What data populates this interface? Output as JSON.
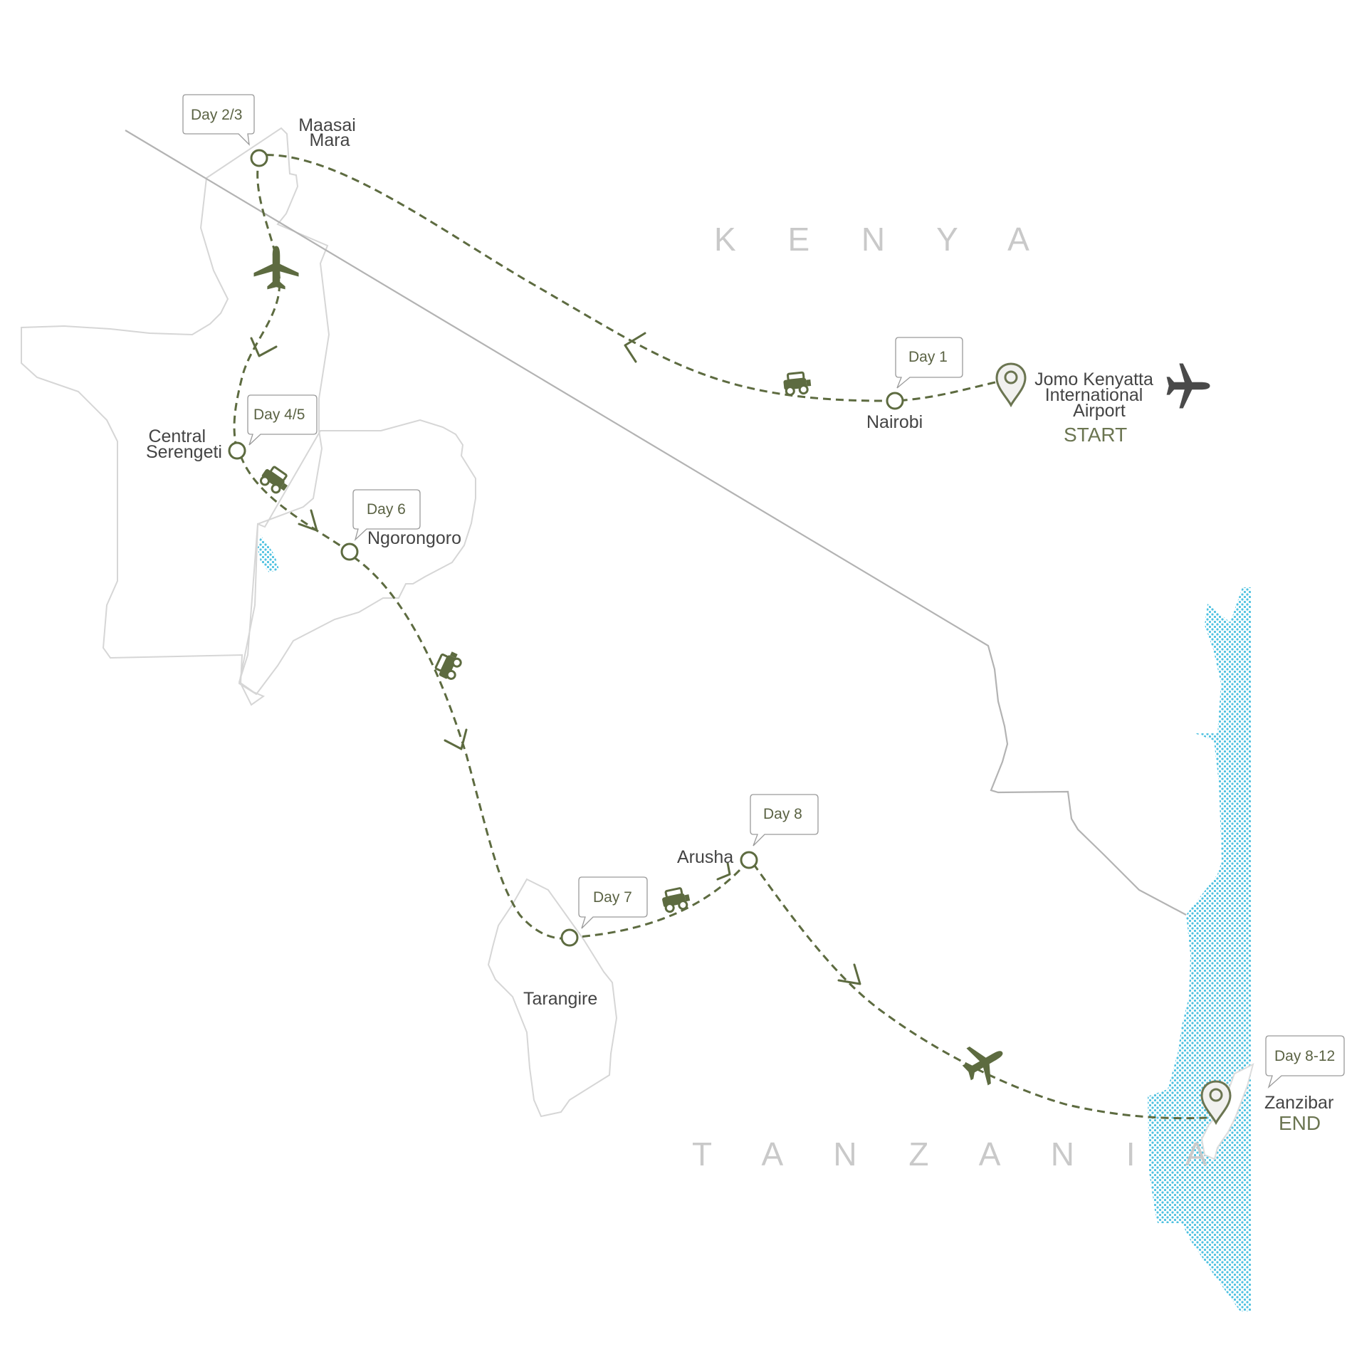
{
  "countries": {
    "kenya": "K E N Y A",
    "tanzania": "T A N Z A N I A"
  },
  "places": {
    "maasai_mara": [
      "Maasai",
      "Mara"
    ],
    "central_serengeti": [
      "Central",
      "Serengeti"
    ],
    "ngorongoro": "Ngorongoro",
    "tarangire": "Tarangire",
    "arusha": "Arusha",
    "nairobi": "Nairobi",
    "jomo_kenyatta": [
      "Jomo Kenyatta",
      "International",
      "Airport"
    ],
    "zanzibar": "Zanzibar"
  },
  "status": {
    "start": "START",
    "end": "END"
  },
  "days": {
    "day1": "Day 1",
    "day23": "Day 2/3",
    "day45": "Day 4/5",
    "day6": "Day 6",
    "day7": "Day 7",
    "day8": "Day 8",
    "day812": "Day 8-12"
  },
  "icons": {
    "vehicle": "safari-jeep-icon",
    "flight": "plane-icon",
    "location": "map-pin-icon"
  },
  "colors": {
    "route": "#5d6b40",
    "water": "#4ec1e0",
    "park_outline": "#d6d6d6",
    "border": "#b3b3b3",
    "country_label": "#c9c9c9"
  }
}
